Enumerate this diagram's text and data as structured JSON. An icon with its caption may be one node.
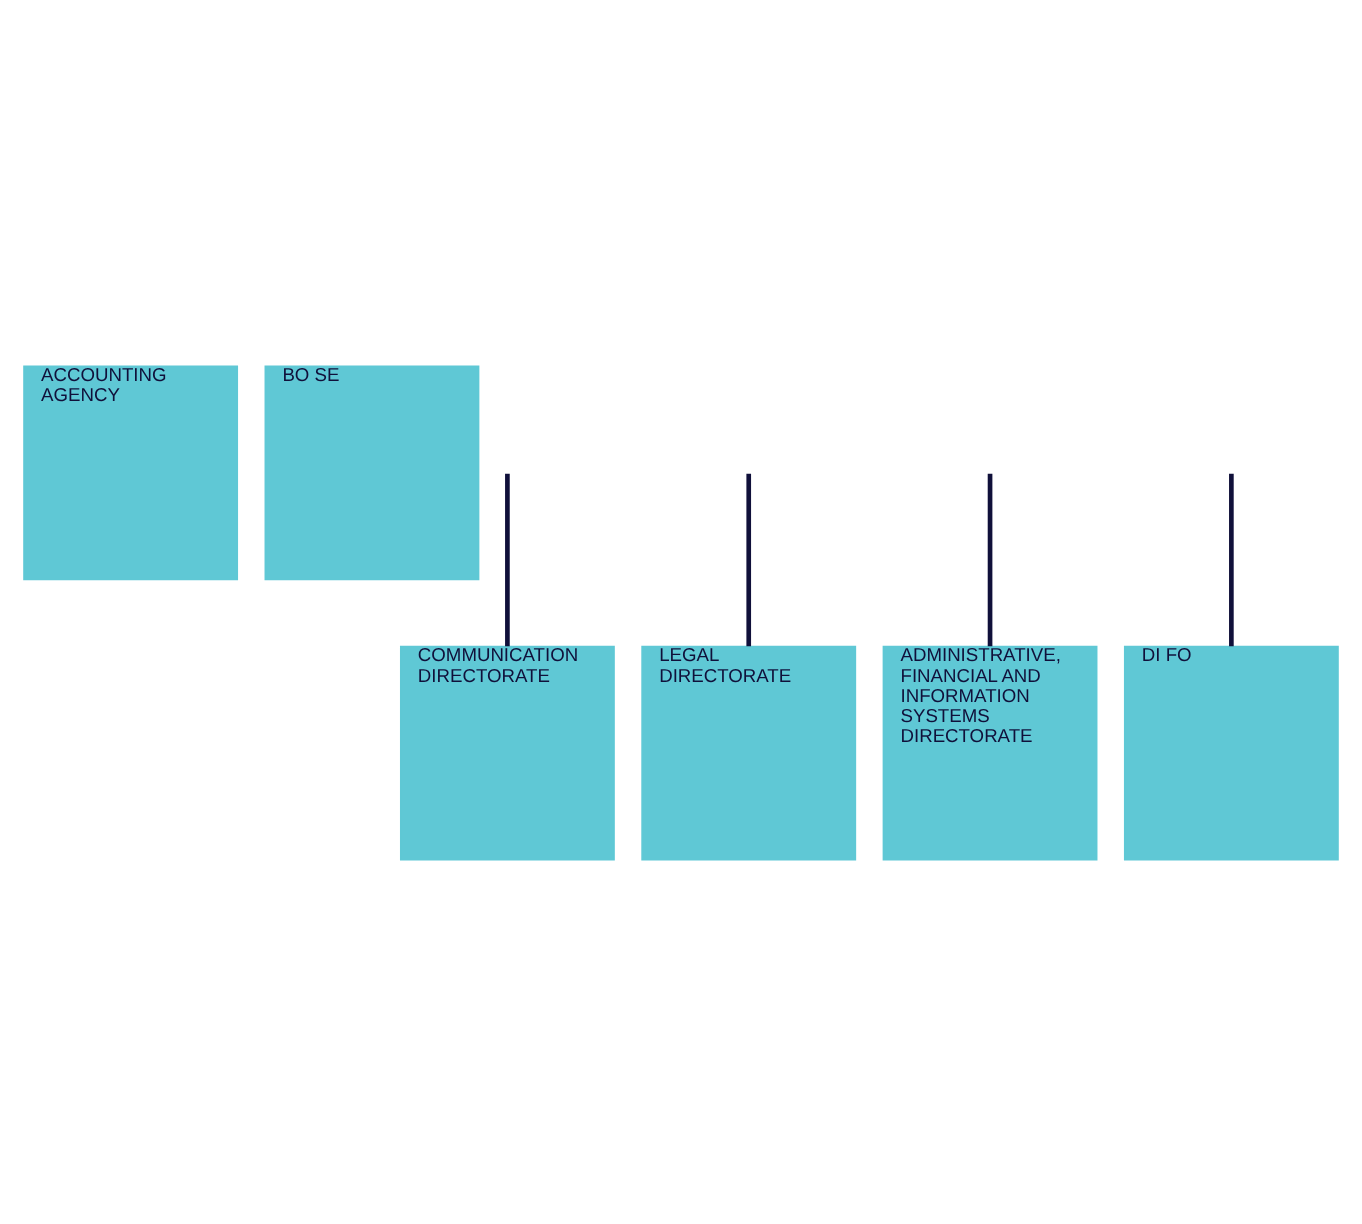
{
  "diagram": {
    "nodes": [
      {
        "text": [
          "ACCOUNTING AGENCY"
        ]
      },
      {
        "text": [
          "BO SE"
        ]
      },
      {
        "text": [
          "COMMUNICATION DIRECTORATE"
        ]
      },
      {
        "text": [
          "LEGAL DIRECTORATE"
        ]
      },
      {
        "text": [
          "ADMINISTRATIVE, FINANCIAL AND INFORMATION SYSTEMS DIRECTORATE"
        ]
      },
      {
        "text": [
          "DI FO"
        ]
      }
    ],
    "edges": [
      {
        "from": null,
        "to": 2,
        "arrow": "none"
      },
      {
        "from": null,
        "to": 3,
        "arrow": "none"
      },
      {
        "from": null,
        "to": 4,
        "arrow": "none"
      },
      {
        "from": null,
        "to": 5,
        "arrow": "none"
      }
    ]
  }
}
